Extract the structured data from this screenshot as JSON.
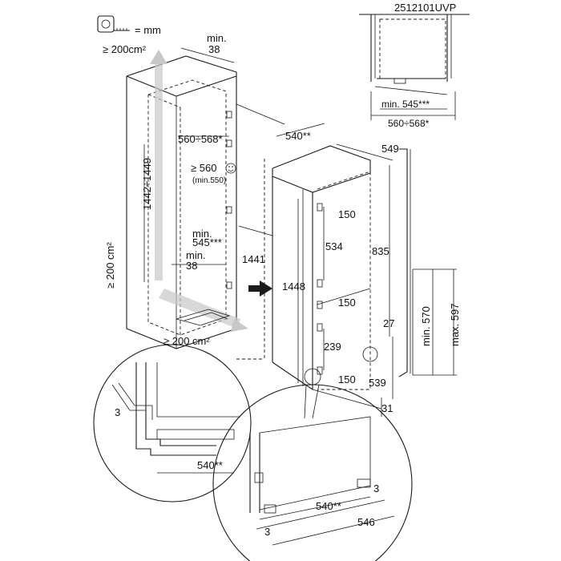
{
  "header": {
    "model_code": "2512101UVP",
    "unit_legend": "= mm"
  },
  "niche": {
    "vent_top": "≥ 200cm²",
    "vent_left": "≥ 200 cm²",
    "vent_bottom": "≥ 200 cm²",
    "min_38_top": "min.",
    "min_38_top_val": "38",
    "width_range": "560÷568*",
    "depth_min": "≥ 560",
    "depth_min_note": "(min.550)",
    "height_range": "1442÷1449",
    "depth_min2": "min.",
    "depth_min2_val": "545***",
    "min_38_bottom": "min.",
    "min_38_bottom_val": "38",
    "height_1441": "1441"
  },
  "appliance": {
    "depth": "540**",
    "width": "549",
    "height": "1448",
    "d150_top": "150",
    "d534": "534",
    "d835": "835",
    "d150_mid": "150",
    "d27": "27",
    "d239": "239",
    "d150_bot": "150",
    "d539": "539",
    "d31": "31",
    "door_min": "min. 570",
    "door_max": "max. 597"
  },
  "topview": {
    "min_depth": "min. 545***",
    "width_range": "560÷568*"
  },
  "detail_left": {
    "gap": "3",
    "depth": "540**"
  },
  "detail_bottom": {
    "gap_top": "3",
    "depth": "540**",
    "gap_left": "3",
    "width": "546"
  }
}
